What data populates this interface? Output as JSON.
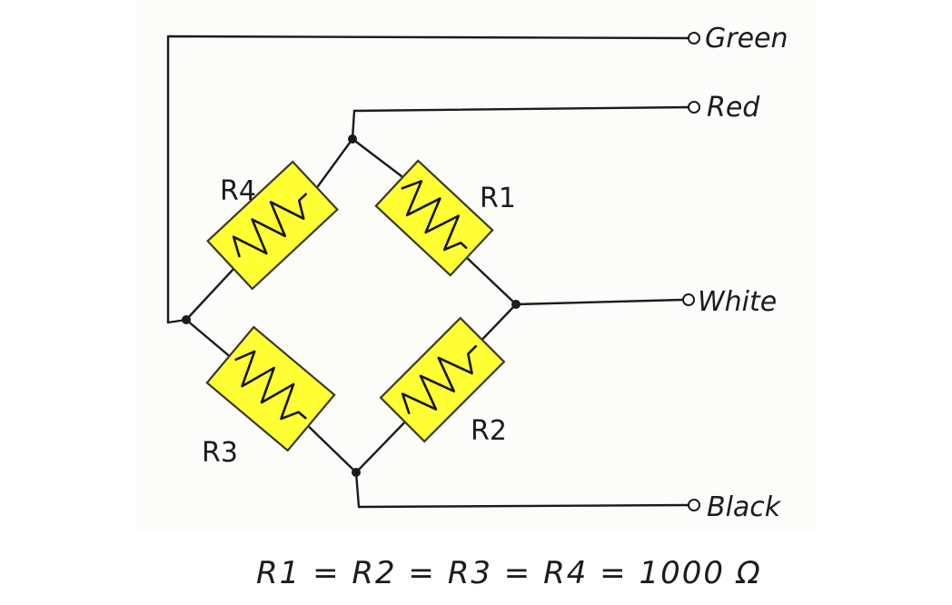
{
  "colors": {
    "resistor_fill": "#ffff33",
    "wire": "#1b1b1b"
  },
  "terminals": {
    "green": "Green",
    "red": "Red",
    "white": "White",
    "black": "Black"
  },
  "resistors": {
    "r1": "R1",
    "r2": "R2",
    "r3": "R3",
    "r4": "R4"
  },
  "equation": "R1 = R2 = R3 = R4 = 1000 Ω"
}
